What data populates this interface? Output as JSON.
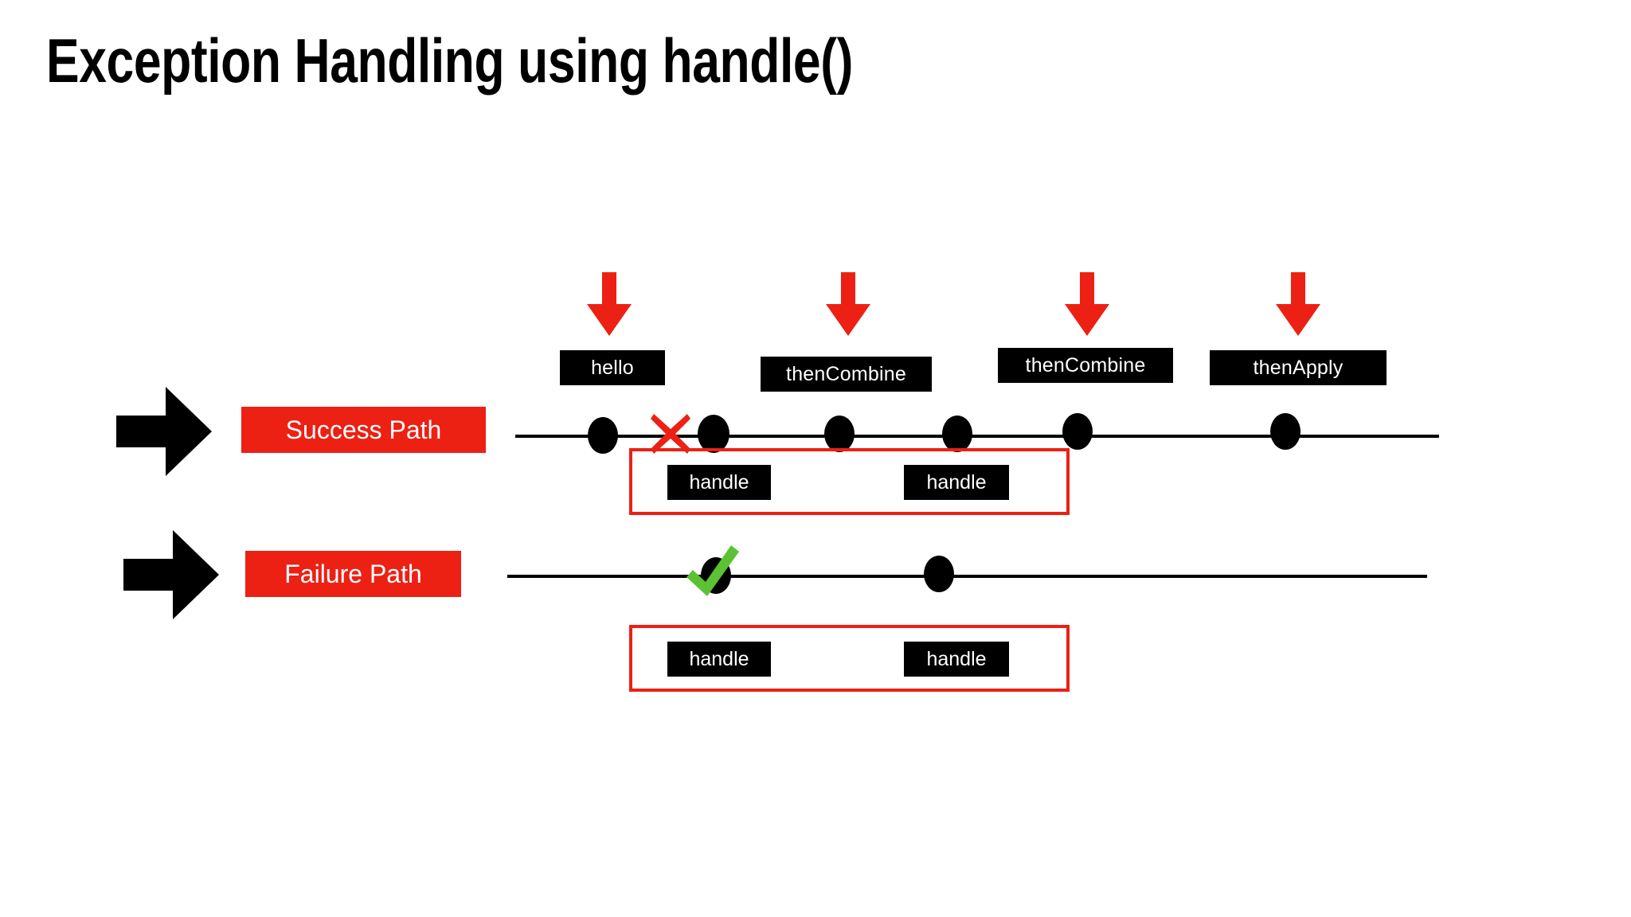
{
  "slide": {
    "title": "Exception Handling using handle()",
    "background_color": "#FFFFFF",
    "accent_red": "#ED2014",
    "accent_green": "#5BC236",
    "box_black": "#000000"
  },
  "operations": [
    {
      "label": "hello",
      "arrow": "down-arrow-icon"
    },
    {
      "label": "thenCombine",
      "arrow": "down-arrow-icon"
    },
    {
      "label": "thenCombine",
      "arrow": "down-arrow-icon"
    },
    {
      "label": "thenApply",
      "arrow": "down-arrow-icon"
    }
  ],
  "paths": [
    {
      "name": "success",
      "label": "Success Path",
      "pointer_icon": "right-arrow-icon",
      "marker": {
        "type": "cross-icon",
        "color": "#ED2014"
      },
      "node_count": 6,
      "handles": [
        "handle",
        "handle"
      ]
    },
    {
      "name": "failure",
      "label": "Failure Path",
      "pointer_icon": "right-arrow-icon",
      "marker": {
        "type": "check-icon",
        "color": "#5BC236"
      },
      "node_count": 2,
      "handles": [
        "handle",
        "handle"
      ]
    }
  ],
  "success_handles": {
    "first": "handle",
    "second": "handle"
  },
  "failure_handles": {
    "first": "handle",
    "second": "handle"
  }
}
